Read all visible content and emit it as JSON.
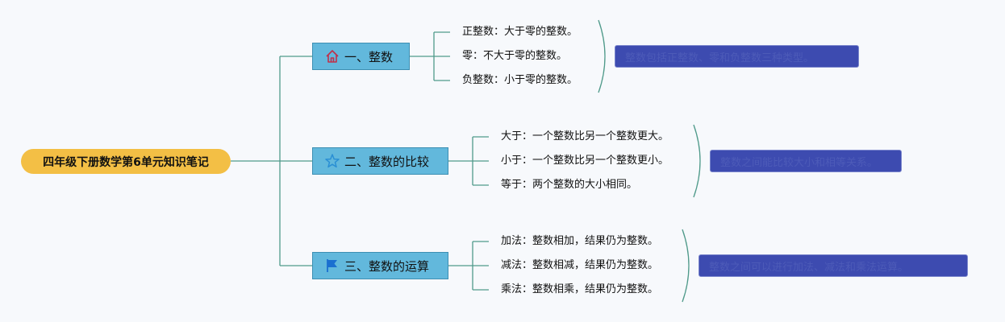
{
  "root": {
    "label": "四年级下册数学第6单元知识笔记"
  },
  "branches": [
    {
      "label": "一、整数",
      "icon": "home-icon",
      "leaves": [
        "正整数：大于零的整数。",
        "零：不大于零的整数。",
        "负整数：小于零的整数。"
      ],
      "note": "整数包括正整数、零和负整数三种类型。"
    },
    {
      "label": "二、整数的比较",
      "icon": "star-icon",
      "leaves": [
        "大于：一个整数比另一个整数更大。",
        "小于：一个整数比另一个整数更小。",
        "等于：两个整数的大小相同。"
      ],
      "note": "整数之间能比较大小和相等关系。"
    },
    {
      "label": "三、整数的运算",
      "icon": "flag-icon",
      "leaves": [
        "加法：整数相加，结果仍为整数。",
        "减法：整数相减，结果仍为整数。",
        "乘法：整数相乘，结果仍为整数。"
      ],
      "note": "整数之间可以进行加法、减法和乘法运算。"
    }
  ],
  "colors": {
    "root_fill": "#f3bf45",
    "branch_fill": "#62b8dc",
    "connector": "#4f9a8a",
    "note_fill": "#3d4bb0",
    "home_icon": "#c0304a",
    "star_icon": "#2a8fd4",
    "flag_icon": "#1a6fd0"
  }
}
